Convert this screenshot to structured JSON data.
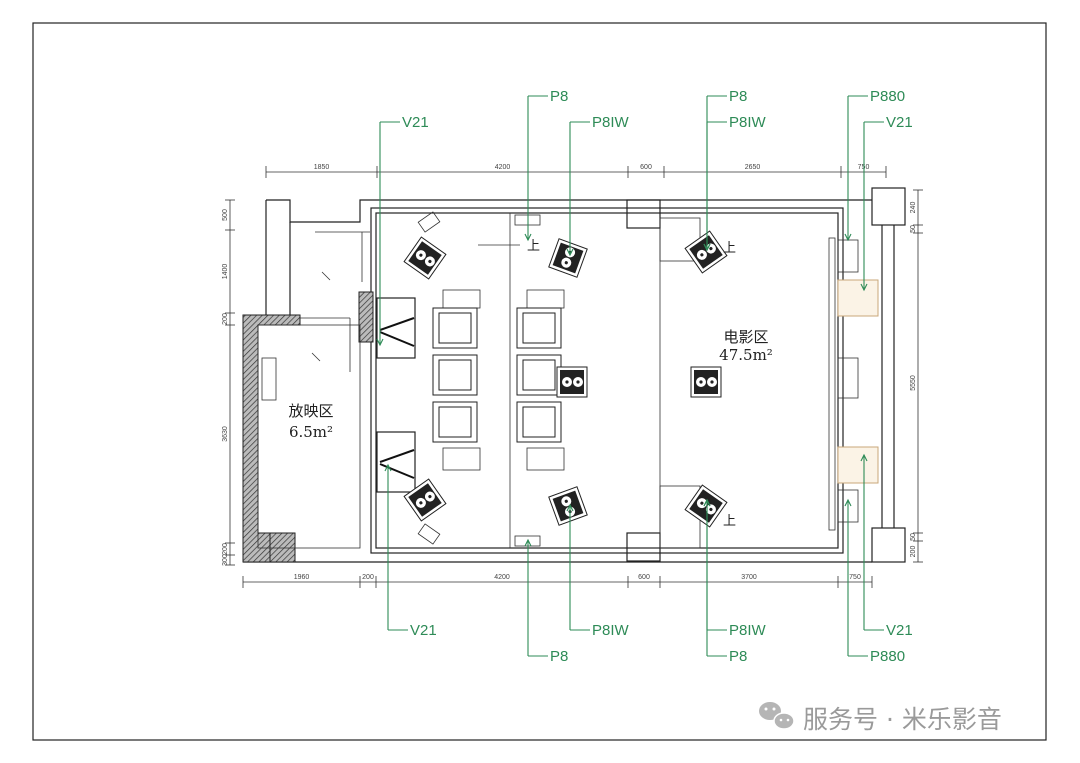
{
  "plan": {
    "rooms": {
      "projection": {
        "name": "放映区",
        "area": "6.5m²"
      },
      "cinema": {
        "name": "电影区",
        "area": "47.5m²"
      }
    },
    "dimensions": {
      "top": [
        "1850",
        "4200",
        "600",
        "2650",
        "750"
      ],
      "bottom": [
        "1960",
        "200",
        "4200",
        "600",
        "3700",
        "750"
      ],
      "left": [
        "500",
        "1400",
        "200",
        "3630",
        "200",
        "300"
      ],
      "right": [
        "240",
        "50",
        "5550",
        "50",
        "200"
      ]
    },
    "speaker_labels": {
      "top": [
        "V21",
        "P8",
        "P8IW",
        "P8",
        "P8IW",
        "P880",
        "V21"
      ],
      "bottom": [
        "V21",
        "P8IW",
        "P8",
        "P8IW",
        "P8",
        "V21",
        "P880"
      ]
    },
    "stair_mark": "上"
  },
  "watermark": {
    "text": "服务号 · 米乐影音",
    "icon": "wechat-icon"
  },
  "colors": {
    "label": "#2e8b57",
    "wall": "#222222",
    "watermark": "#9a9a9a"
  }
}
